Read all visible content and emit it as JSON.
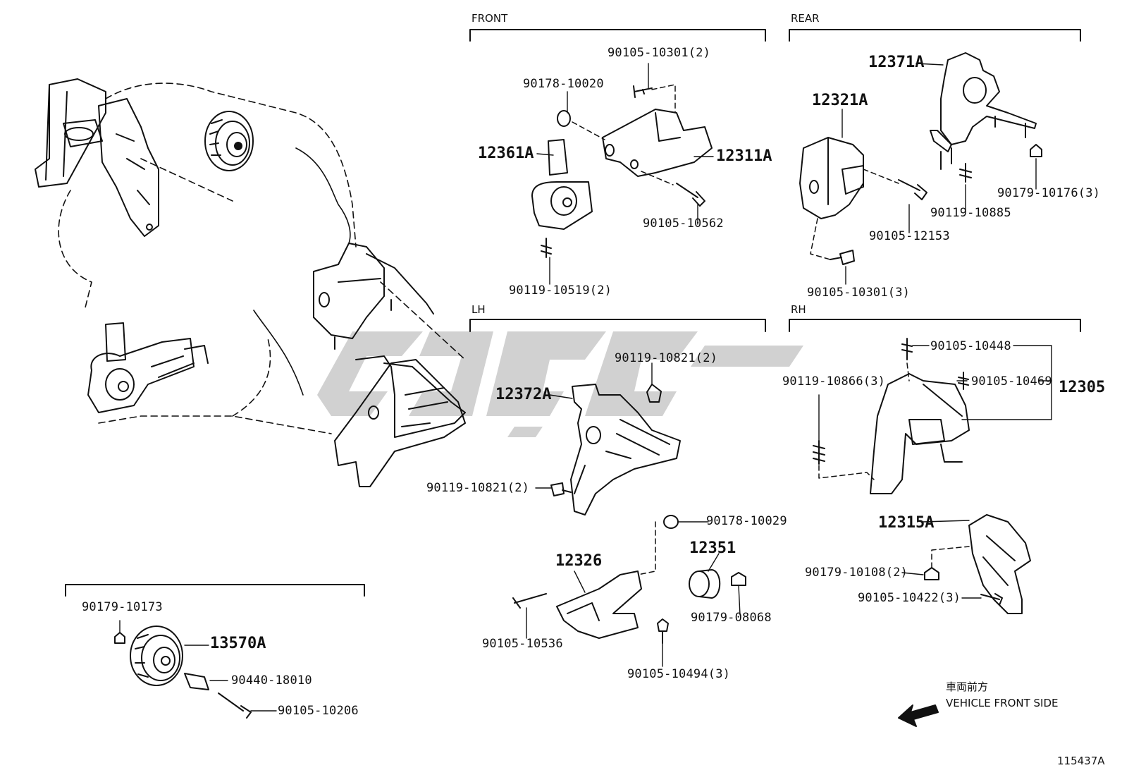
{
  "sections": {
    "front": "FRONT",
    "rear": "REAR",
    "lh": "LH",
    "rh": "RH"
  },
  "labels": {
    "p_90105_10301_2": "90105-10301(2)",
    "p_90178_10020": "90178-10020",
    "p_12361A": "12361A",
    "p_12311A": "12311A",
    "p_90105_10562": "90105-10562",
    "p_90119_10519_2": "90119-10519(2)",
    "p_12371A": "12371A",
    "p_12321A": "12321A",
    "p_90105_12153": "90105-12153",
    "p_90119_10885": "90119-10885",
    "p_90179_10176_3": "90179-10176(3)",
    "p_90105_10301_3": "90105-10301(3)",
    "p_90119_10821_2_top": "90119-10821(2)",
    "p_12372A": "12372A",
    "p_90119_10821_2_bottom": "90119-10821(2)",
    "p_90105_10448": "90105-10448",
    "p_90119_10866_3": "90119-10866(3)",
    "p_90105_10469": "90105-10469",
    "p_12305": "12305",
    "p_90178_10029": "90178-10029",
    "p_12351": "12351",
    "p_12326": "12326",
    "p_90179_08068": "90179-08068",
    "p_90105_10536": "90105-10536",
    "p_90105_10494_3": "90105-10494(3)",
    "p_12315A": "12315A",
    "p_90179_10108_2": "90179-10108(2)",
    "p_90105_10422_3": "90105-10422(3)",
    "p_90179_10173": "90179-10173",
    "p_13570A": "13570A",
    "p_90440_18010": "90440-18010",
    "p_90105_10206": "90105-10206"
  },
  "direction": {
    "jp": "車両前方",
    "en": "VEHICLE FRONT SIDE"
  },
  "reference": "115437A",
  "colors": {
    "line": "#111111",
    "watermark": "#c9c9c9"
  }
}
